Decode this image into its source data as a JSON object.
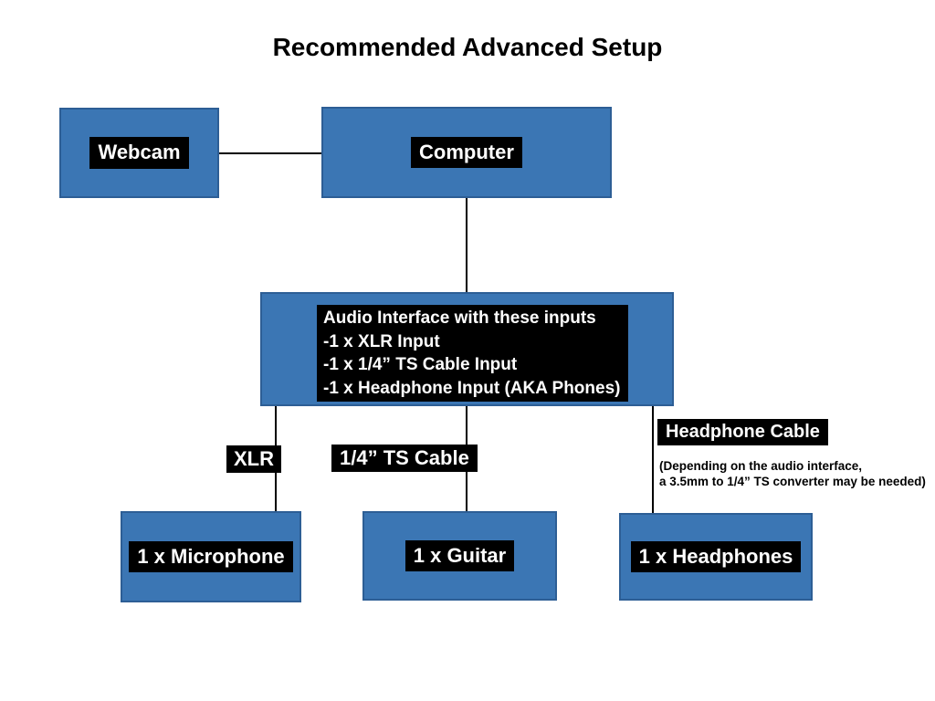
{
  "title": "Recommended Advanced Setup",
  "colors": {
    "box_fill": "#3b76b4",
    "box_border": "#2d5e95",
    "label_bg": "#000000",
    "label_text": "#ffffff",
    "connector": "#000000",
    "background": "#ffffff"
  },
  "nodes": {
    "webcam": {
      "label": "Webcam"
    },
    "computer": {
      "label": "Computer"
    },
    "audio_interface": {
      "lines": [
        "Audio Interface with these inputs",
        "-1 x XLR Input",
        "-1 x 1/4” TS Cable Input",
        "-1 x Headphone Input (AKA Phones)"
      ]
    },
    "microphone": {
      "label": "1 x Microphone"
    },
    "guitar": {
      "label": "1 x Guitar"
    },
    "headphones": {
      "label": "1 x Headphones"
    }
  },
  "cable_labels": {
    "xlr": "XLR",
    "quarter_inch_ts": "1/4” TS Cable",
    "headphone": "Headphone Cable",
    "headphone_note_line1": "(Depending on the audio interface,",
    "headphone_note_line2": "a 3.5mm to 1/4” TS converter may be needed)"
  }
}
